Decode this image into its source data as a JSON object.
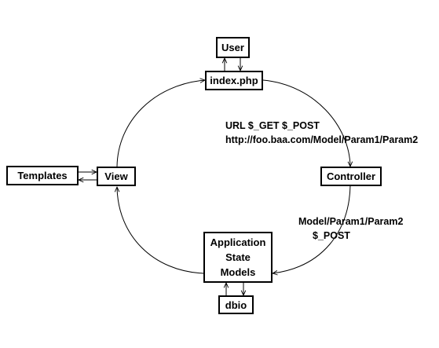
{
  "nodes": {
    "user": "User",
    "index": "index.php",
    "controller": "Controller",
    "view": "View",
    "templates": "Templates",
    "application": [
      "Application",
      "State",
      "Models"
    ],
    "dbio": "dbio"
  },
  "edge_labels": {
    "index_to_controller": [
      "URL $_GET $_POST",
      "http://foo.baa.com/Model/Param1/Param2"
    ],
    "controller_to_application": [
      "Model/Param1/Param2",
      "$_POST"
    ]
  },
  "colors": {
    "line": "#000000",
    "background": "#ffffff"
  }
}
